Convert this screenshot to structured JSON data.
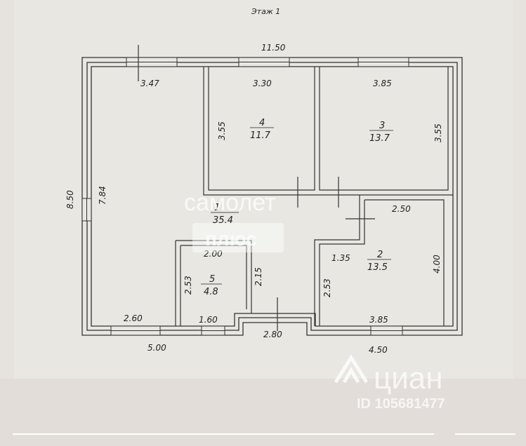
{
  "plan": {
    "title": "Этаж 1",
    "dimensions": {
      "overall_width": "11.50",
      "overall_height": "8.50",
      "left_room_height": "7.84",
      "top_left_window": "3.47",
      "room4_width": "3.30",
      "room3_width": "3.85",
      "room4_height": "3.55",
      "room3_height": "3.55",
      "room5_width": "2.00",
      "room5_height": "2.53",
      "corridor_height": "2.15",
      "room2_width": "2.50",
      "room2_height": "4.00",
      "room2_inner": "1.35",
      "room2_side": "2.53",
      "bottom_left": "2.60",
      "bottom_room5": "1.60",
      "bottom_entrance": "2.80",
      "bottom_room2": "3.85",
      "total_left": "5.00",
      "total_right": "4.50"
    },
    "rooms": [
      {
        "number": "1",
        "area": "35.4"
      },
      {
        "number": "2",
        "area": "13.5"
      },
      {
        "number": "3",
        "area": "13.7"
      },
      {
        "number": "4",
        "area": "11.7"
      },
      {
        "number": "5",
        "area": "4.8"
      }
    ]
  },
  "watermarks": {
    "samolet_line1": "самолет",
    "samolet_line2": "плюс",
    "cian_logo": "циан",
    "cian_id": "ID 105681477"
  }
}
